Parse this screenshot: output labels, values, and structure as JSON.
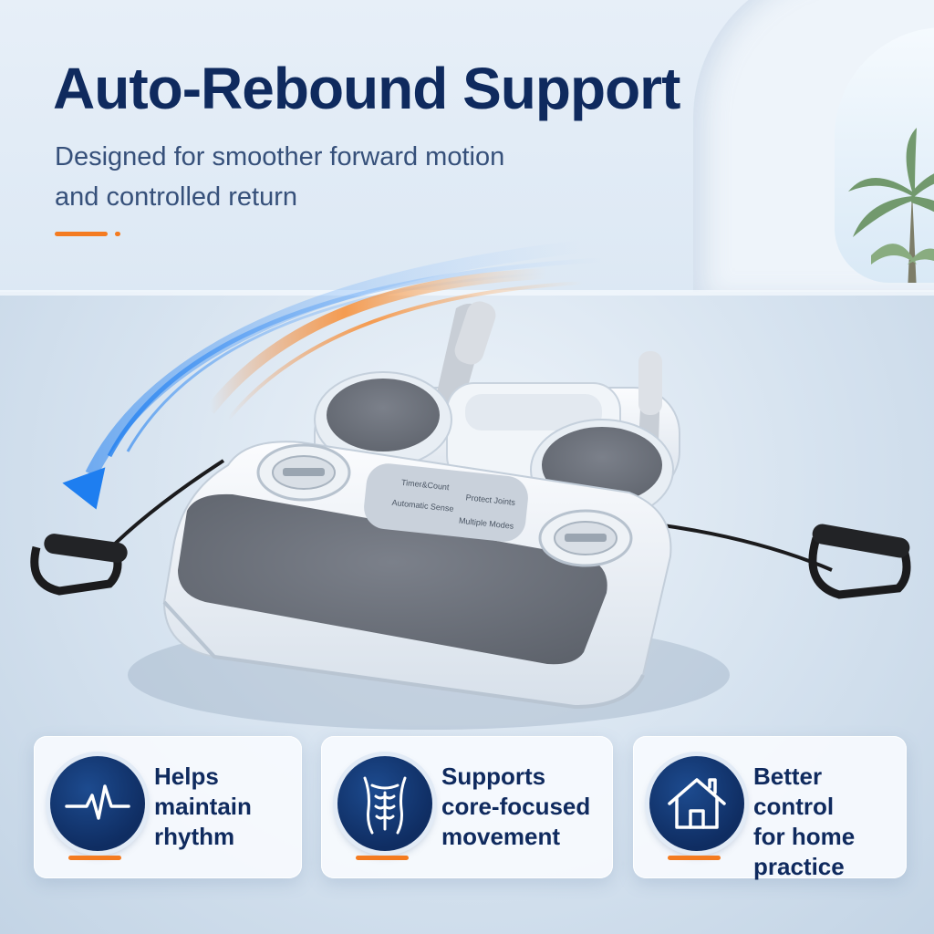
{
  "headline": "Auto-Rebound Support",
  "subheadline": {
    "line1": "Designed for smoother forward motion",
    "line2": "and controlled return"
  },
  "device_panel": {
    "labels": [
      "Timer&Count",
      "Protect Joints",
      "Automatic Sense",
      "Multiple Modes"
    ]
  },
  "features": [
    {
      "icon": "heartbeat-icon",
      "lines": [
        "Helps",
        "maintain",
        "rhythm"
      ]
    },
    {
      "icon": "abs-torso-icon",
      "lines": [
        "Supports",
        "core-focused",
        "movement"
      ]
    },
    {
      "icon": "house-icon",
      "lines": [
        "Better control",
        "for home",
        "practice"
      ]
    }
  ],
  "colors": {
    "navy": "#0f2a5e",
    "accent_orange": "#f47b20",
    "arrow_blue": "#1e7ef0",
    "pad_gray": "#6b7079"
  }
}
